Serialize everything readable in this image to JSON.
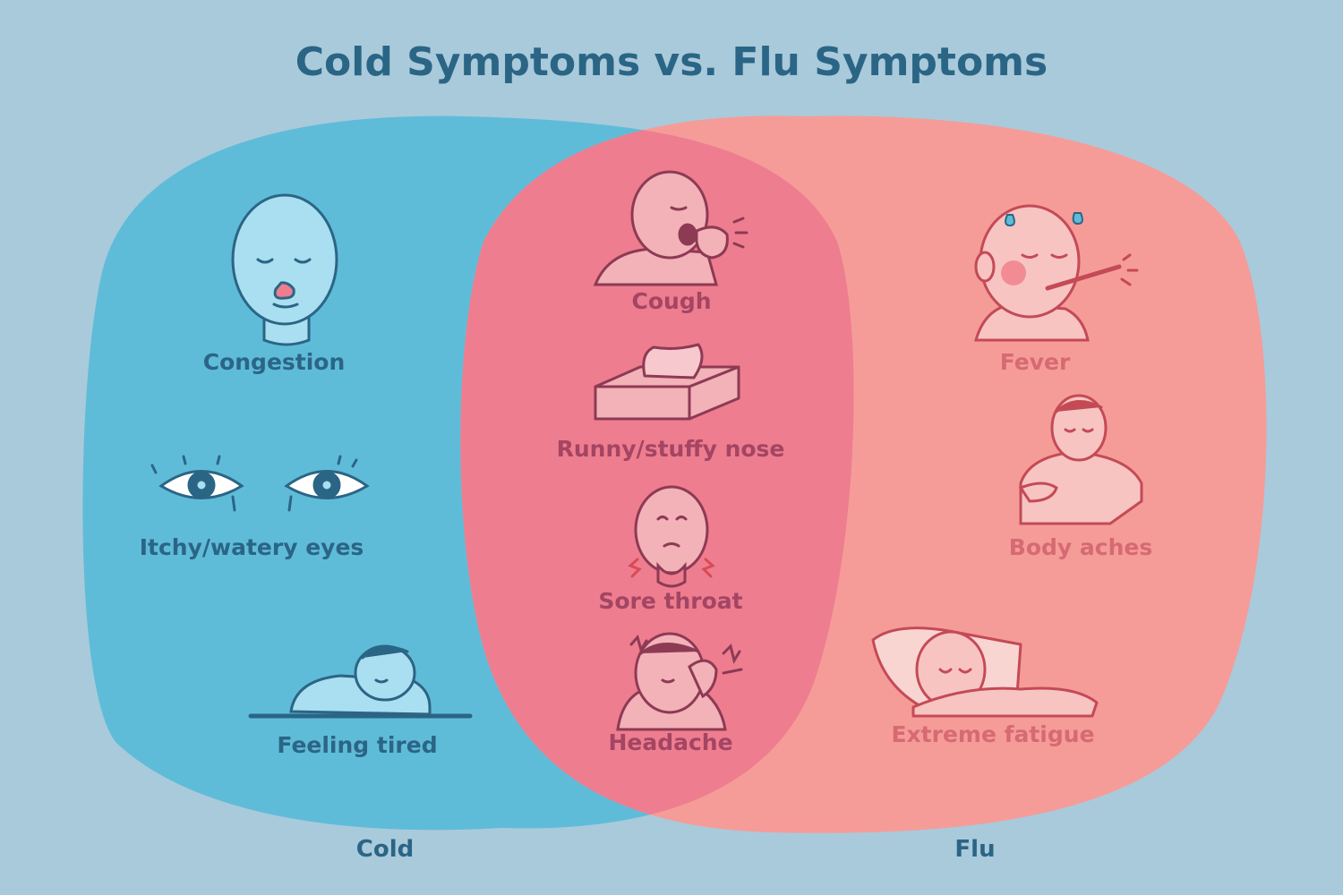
{
  "title": "Cold Symptoms vs. Flu Symptoms",
  "colors": {
    "background": "#a9cadb",
    "cold": "#5fbcd9",
    "flu": "#f59c98",
    "overlap": "#ee7d8f",
    "title": "#2b6585"
  },
  "sets": {
    "cold": {
      "label": "Cold",
      "symptoms": [
        {
          "label": "Congestion",
          "icon": "congested-face-icon"
        },
        {
          "label": "Itchy/watery eyes",
          "icon": "watery-eyes-icon"
        },
        {
          "label": "Feeling tired",
          "icon": "tired-person-icon"
        }
      ]
    },
    "both": {
      "symptoms": [
        {
          "label": "Cough",
          "icon": "coughing-person-icon"
        },
        {
          "label": "Runny/stuffy nose",
          "icon": "tissue-box-icon"
        },
        {
          "label": "Sore throat",
          "icon": "sore-throat-icon"
        },
        {
          "label": "Headache",
          "icon": "headache-person-icon"
        }
      ]
    },
    "flu": {
      "label": "Flu",
      "symptoms": [
        {
          "label": "Fever",
          "icon": "fever-thermometer-icon"
        },
        {
          "label": "Body aches",
          "icon": "body-aches-icon"
        },
        {
          "label": "Extreme fatigue",
          "icon": "sleeping-in-bed-icon"
        }
      ]
    }
  }
}
